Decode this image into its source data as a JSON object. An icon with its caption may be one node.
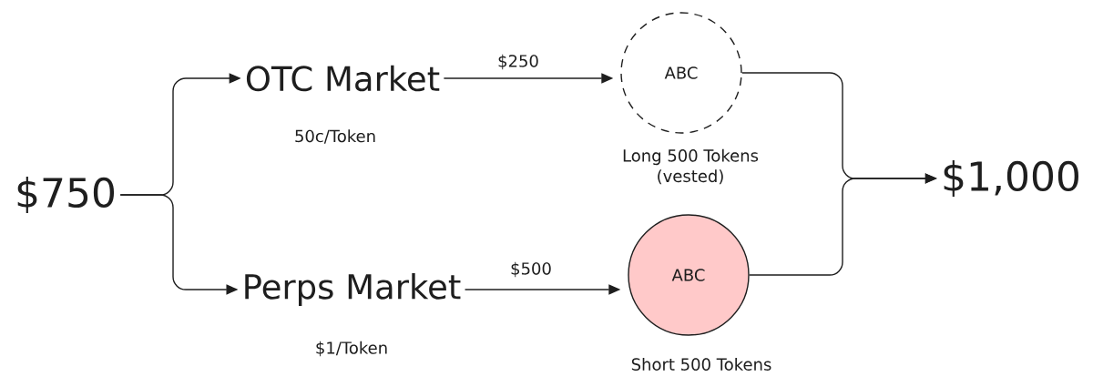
{
  "diagram": {
    "nodes": [
      {
        "text": [
          "$750"
        ]
      },
      {
        "text": [
          "OTC Market"
        ],
        "beside": [
          "50c/Token"
        ]
      },
      {
        "text": [
          "Perps Market"
        ],
        "beside": [
          "$1/Token"
        ]
      },
      {
        "text": [
          "ABC"
        ],
        "beside": [
          "Long 500 Tokens (vested)"
        ]
      },
      {
        "text": [
          "ABC"
        ],
        "beside": [
          "Short 500 Tokens"
        ]
      },
      {
        "text": [
          "$1,000"
        ]
      }
    ],
    "edges": [
      {
        "from": 0,
        "to": 1,
        "arrow": "to"
      },
      {
        "from": 0,
        "to": 2,
        "arrow": "to"
      },
      {
        "from": 1,
        "to": 3,
        "arrow": "to",
        "label": "$250"
      },
      {
        "from": 2,
        "to": 4,
        "arrow": "to",
        "label": "$500"
      },
      {
        "from": 3,
        "to": 5,
        "arrow": "to"
      },
      {
        "from": 4,
        "to": 5,
        "arrow": "to"
      }
    ]
  }
}
